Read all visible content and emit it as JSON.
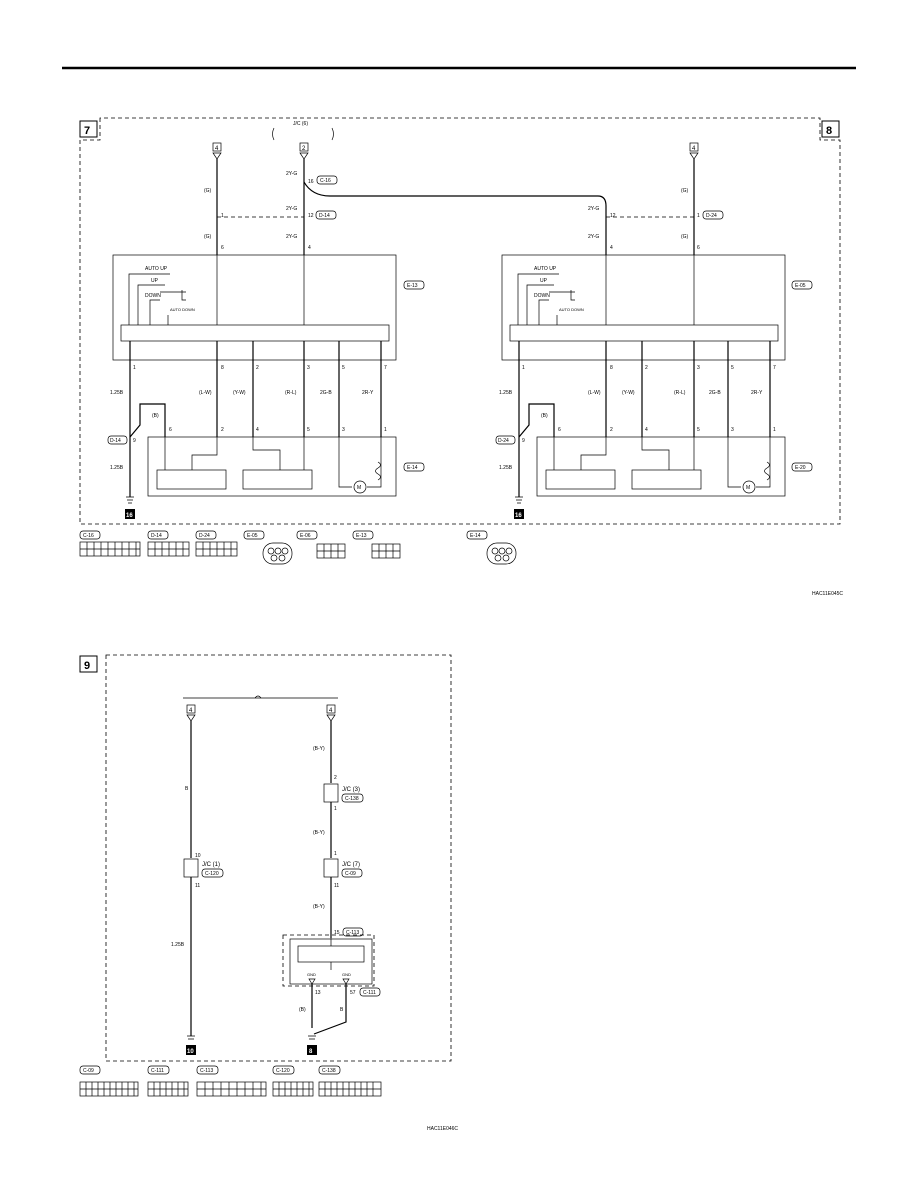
{
  "frames": {
    "f7": "7",
    "f8": "8",
    "f9": "9",
    "jc6": "J/C (6)"
  },
  "ground": {
    "g16a": "16",
    "g16b": "16",
    "g10": "10",
    "g8": "8"
  },
  "left": {
    "top_conn": [
      "4",
      "2"
    ],
    "wire_g1": "(G)",
    "wire_g2": "(G)",
    "ly1": "2Y-G",
    "ly2": "2Y-G",
    "ly3": "2Y-G",
    "c16pin": "16",
    "c16": "C-16",
    "d14pin_l": "1",
    "d14pin_r": "12",
    "d14": "D-14",
    "sw_pin_a": "6",
    "sw_pin_b": "4",
    "sw_auto_up": "AUTO UP",
    "sw_up": "UP",
    "sw_down": "DOWN",
    "sw_auto_down": "AUTO DOWN",
    "sw_id": "E-13",
    "bot_pins": [
      "1",
      "8",
      "2",
      "3",
      "5",
      "7"
    ],
    "wires": [
      "1.25B",
      "(L-W)",
      "(Y-W)",
      "(R-L)",
      "2G-B",
      "2R-Y"
    ],
    "b_wire": "(B)",
    "d14b": "D-14",
    "d14b_pin": "9",
    "w125b": "1.25B",
    "mot_pins": [
      "6",
      "2",
      "4",
      "5",
      "3",
      "1"
    ],
    "mot_id": "E-14"
  },
  "right": {
    "top_conn": [
      "4"
    ],
    "wire_g1": "(G)",
    "wire_g2": "(G)",
    "ry1": "2Y-G",
    "ry2": "2Y-G",
    "d24pin_l": "12",
    "d24pin_r": "1",
    "d24": "D-24",
    "sw_pin_a": "4",
    "sw_pin_b": "6",
    "sw_auto_up": "AUTO UP",
    "sw_up": "UP",
    "sw_down": "DOWN",
    "sw_auto_down": "AUTO DOWN",
    "sw_id": "E-05",
    "bot_pins": [
      "1",
      "8",
      "2",
      "3",
      "5",
      "7"
    ],
    "wires": [
      "1.25B",
      "(L-W)",
      "(Y-W)",
      "(R-L)",
      "2G-B",
      "2R-Y"
    ],
    "b_wire": "(B)",
    "d24b": "D-24",
    "d24b_pin": "9",
    "w125b": "1.25B",
    "mot_pins": [
      "6",
      "2",
      "4",
      "5",
      "3",
      "1"
    ],
    "mot_id": "E-20"
  },
  "conn_legend_top": [
    "C-16",
    "D-14",
    "D-24",
    "E-05",
    "E-06",
    "E-13",
    "E-14"
  ],
  "code_top": "HAC11E045C",
  "bottom": {
    "top_conn": [
      "4",
      "4"
    ],
    "b_left": "B",
    "by1": "(B-Y)",
    "by2": "(B-Y)",
    "by3": "(B-Y)",
    "jc3_top": "2",
    "jc3": "J/C (3)",
    "c138": "C-138",
    "jc3_bot": "1",
    "jc1_top": "10",
    "jc1": "J/C (1)",
    "c120": "C-120",
    "jc1_bot": "11",
    "jc7_top": "1",
    "jc7": "J/C (7)",
    "c09": "C-09",
    "jc7_bot": "11",
    "w125b": "1.25B",
    "c113pin": "15",
    "c113": "C-113",
    "gnd1": "GND",
    "gnd2": "GND",
    "p13": "13",
    "p57": "57",
    "c111": "C-111",
    "b_wire": "(B)",
    "b_r": "B"
  },
  "conn_legend_bottom": [
    "C-09",
    "C-111",
    "C-113",
    "C-120",
    "C-138"
  ],
  "code_bottom": "HAC11E046C"
}
